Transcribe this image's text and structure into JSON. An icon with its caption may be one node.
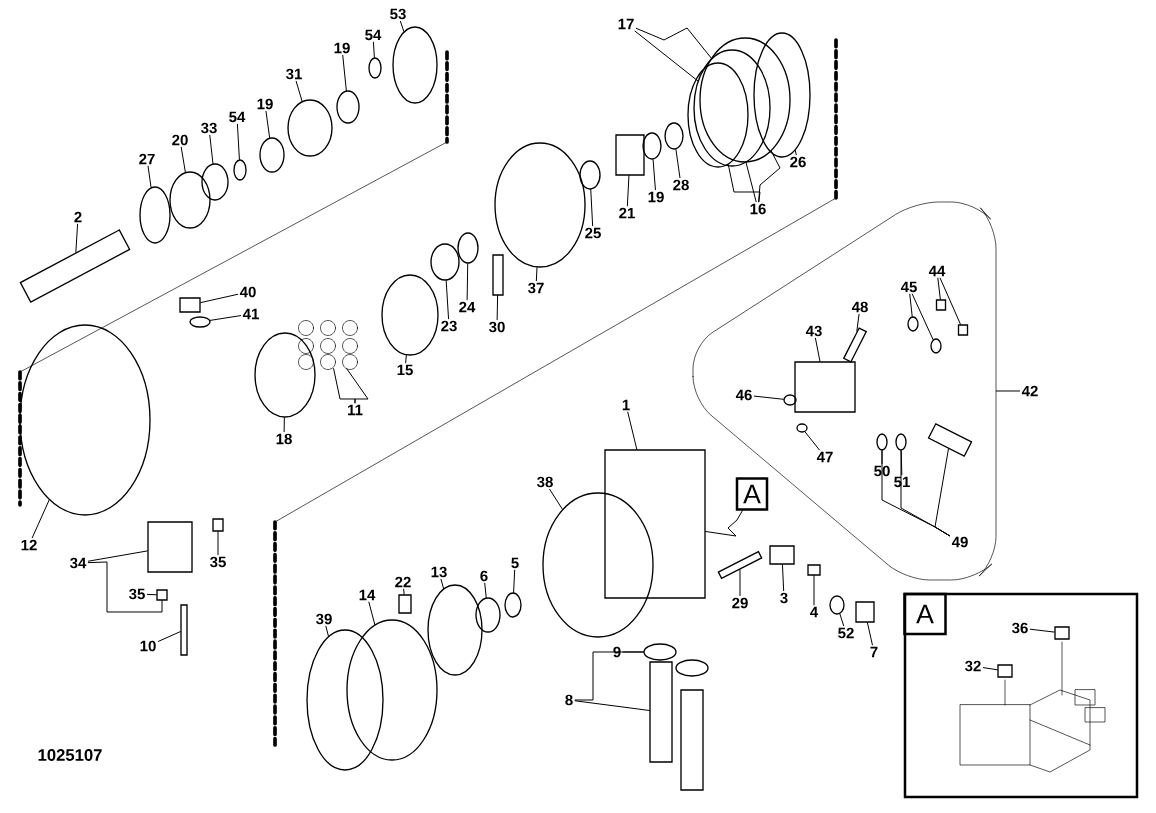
{
  "diagram": {
    "nodes": [
      {
        "text": [
          "53"
        ]
      },
      {
        "text": [
          "54"
        ]
      },
      {
        "text": [
          "19"
        ]
      },
      {
        "text": [
          "31"
        ]
      },
      {
        "text": [
          "19"
        ]
      },
      {
        "text": [
          "54"
        ]
      },
      {
        "text": [
          "33"
        ]
      },
      {
        "text": [
          "20"
        ]
      },
      {
        "text": [
          "27"
        ]
      },
      {
        "text": [
          "2"
        ]
      },
      {
        "text": [
          "17"
        ]
      },
      {
        "text": [
          "26"
        ]
      },
      {
        "text": [
          "28"
        ]
      },
      {
        "text": [
          "19"
        ]
      },
      {
        "text": [
          "21"
        ]
      },
      {
        "text": [
          "16"
        ]
      },
      {
        "text": [
          "25"
        ]
      },
      {
        "text": [
          "37"
        ]
      },
      {
        "text": [
          "40"
        ]
      },
      {
        "text": [
          "41"
        ]
      },
      {
        "text": [
          "24"
        ]
      },
      {
        "text": [
          "30"
        ]
      },
      {
        "text": [
          "23"
        ]
      },
      {
        "text": [
          "15"
        ]
      },
      {
        "text": [
          "11"
        ]
      },
      {
        "text": [
          "18"
        ]
      },
      {
        "text": [],
        "shape": "box"
      },
      {
        "text": [
          "44"
        ],
        "in": 26
      },
      {
        "text": [
          "45"
        ],
        "in": 26
      },
      {
        "text": [
          "48"
        ],
        "in": 26
      },
      {
        "text": [
          "43"
        ],
        "in": 26
      },
      {
        "text": [
          "46"
        ],
        "in": 26
      },
      {
        "text": [
          "47"
        ],
        "in": 26
      },
      {
        "text": [
          "50"
        ],
        "in": 26
      },
      {
        "text": [
          "51"
        ],
        "in": 26
      },
      {
        "text": [
          "49"
        ],
        "in": 26
      },
      {
        "text": [
          "42"
        ]
      },
      {
        "text": [
          "1"
        ]
      },
      {
        "text": [
          "38"
        ]
      },
      {
        "text": [
          "A"
        ]
      },
      {
        "text": [
          "12"
        ]
      },
      {
        "text": [
          "34"
        ]
      },
      {
        "text": [
          "35"
        ]
      },
      {
        "text": [
          "35"
        ]
      },
      {
        "text": [
          "29"
        ]
      },
      {
        "text": [
          "3"
        ]
      },
      {
        "text": [
          "4"
        ]
      },
      {
        "text": [
          "5"
        ]
      },
      {
        "text": [
          "6"
        ]
      },
      {
        "text": [
          "13"
        ]
      },
      {
        "text": [
          "22"
        ]
      },
      {
        "text": [
          "14"
        ]
      },
      {
        "text": [
          "39"
        ]
      },
      {
        "text": [
          "52"
        ]
      },
      {
        "text": [
          "7"
        ]
      },
      {
        "text": [
          "9"
        ]
      },
      {
        "text": [
          "8"
        ]
      },
      {
        "text": [
          "10"
        ]
      },
      {
        "text": [
          "A"
        ]
      },
      {
        "text": [
          "36"
        ],
        "in": 58
      },
      {
        "text": [
          "32"
        ],
        "in": 58
      },
      {
        "text": [],
        "shape": "circle"
      },
      {
        "text": [],
        "shape": "circle"
      },
      {
        "text": [],
        "shape": "circle"
      },
      {
        "text": [],
        "shape": "circle"
      },
      {
        "text": [],
        "shape": "circle"
      },
      {
        "text": [],
        "shape": "circle"
      },
      {
        "text": [],
        "shape": "circle"
      },
      {
        "text": [],
        "shape": "circle"
      },
      {
        "text": [],
        "shape": "circle"
      },
      {
        "text": [],
        "shape": "bar"
      },
      {
        "text": [],
        "shape": "circle"
      },
      {
        "text": [],
        "shape": "circle"
      },
      {
        "text": [],
        "shape": "circle"
      },
      {
        "text": [],
        "shape": "circle"
      },
      {
        "text": [],
        "shape": "circle"
      },
      {
        "text": [],
        "shape": "circle"
      },
      {
        "text": [],
        "shape": "box"
      },
      {
        "text": [],
        "shape": "circle"
      },
      {
        "text": [],
        "shape": "circle"
      },
      {
        "text": [],
        "shape": "circle"
      },
      {
        "text": [],
        "shape": "box"
      },
      {
        "text": [],
        "shape": "circle"
      },
      {
        "text": [],
        "shape": "circle"
      },
      {
        "text": [],
        "shape": "picture"
      },
      {
        "text": [],
        "shape": "circle"
      },
      {
        "text": [],
        "shape": "box"
      },
      {
        "text": [],
        "shape": "circle"
      },
      {
        "text": [],
        "shape": "circle"
      },
      {
        "text": [],
        "shape": "box"
      },
      {
        "text": [],
        "shape": "box"
      },
      {
        "text": [],
        "shape": "box"
      },
      {
        "text": [],
        "shape": "box"
      },
      {
        "text": [],
        "shape": "circle"
      },
      {
        "text": [],
        "shape": "circle"
      },
      {
        "text": [],
        "shape": "box"
      },
      {
        "text": [],
        "shape": "circle"
      },
      {
        "text": [],
        "shape": "circle"
      },
      {
        "text": [],
        "shape": "circle"
      },
      {
        "text": [],
        "shape": "circle"
      },
      {
        "text": [],
        "shape": "box"
      },
      {
        "text": [],
        "shape": "bar"
      },
      {
        "text": [],
        "shape": "box"
      },
      {
        "text": [],
        "shape": "box"
      },
      {
        "text": [],
        "shape": "circle"
      },
      {
        "text": [],
        "shape": "box"
      },
      {
        "text": [],
        "shape": "circle"
      },
      {
        "text": [],
        "shape": "box"
      },
      {
        "text": [],
        "shape": "box",
        "in": 26
      },
      {
        "text": [],
        "shape": "box",
        "in": 26
      },
      {
        "text": [],
        "shape": "circle",
        "in": 26
      },
      {
        "text": [],
        "shape": "circle",
        "in": 26
      },
      {
        "text": [],
        "shape": "bar",
        "in": 26
      },
      {
        "text": [],
        "shape": "box",
        "in": 26
      },
      {
        "text": [],
        "shape": "circle",
        "in": 26
      },
      {
        "text": [],
        "shape": "circle",
        "in": 26
      },
      {
        "text": [],
        "shape": "circle",
        "in": 26
      },
      {
        "text": [],
        "shape": "circle",
        "in": 26
      },
      {
        "text": [],
        "shape": "box",
        "in": 26
      },
      {
        "text": [],
        "shape": "box",
        "in": 58
      },
      {
        "text": [],
        "shape": "box",
        "in": 58
      },
      {
        "text": [],
        "shape": "circle"
      },
      {
        "text": [],
        "shape": "box"
      }
    ],
    "edges": [
      {
        "from": 0,
        "to": 61,
        "arrow": "none"
      },
      {
        "from": 1,
        "to": 62,
        "arrow": "none"
      },
      {
        "from": 2,
        "to": 63,
        "arrow": "none"
      },
      {
        "from": 3,
        "to": 64,
        "arrow": "none"
      },
      {
        "from": 4,
        "to": 65,
        "arrow": "none"
      },
      {
        "from": 5,
        "to": 66,
        "arrow": "none"
      },
      {
        "from": 6,
        "to": 67,
        "arrow": "none"
      },
      {
        "from": 7,
        "to": 68,
        "arrow": "none"
      },
      {
        "from": 8,
        "to": 69,
        "arrow": "none"
      },
      {
        "from": 9,
        "to": 70,
        "arrow": "none"
      },
      {
        "from": 10,
        "to": 72,
        "arrow": "none"
      },
      {
        "from": 10,
        "to": 73,
        "arrow": "none"
      },
      {
        "from": 11,
        "to": 74,
        "arrow": "none"
      },
      {
        "from": 12,
        "to": 75,
        "arrow": "none"
      },
      {
        "from": 13,
        "to": 76,
        "arrow": "none"
      },
      {
        "from": 14,
        "to": 77,
        "arrow": "none"
      },
      {
        "from": 15,
        "to": 72,
        "arrow": "none"
      },
      {
        "from": 15,
        "to": 71,
        "arrow": "none"
      },
      {
        "from": 15,
        "to": 73,
        "arrow": "none"
      },
      {
        "from": 16,
        "to": 78,
        "arrow": "none"
      },
      {
        "from": 17,
        "to": 79,
        "arrow": "none"
      },
      {
        "from": 18,
        "to": 86,
        "arrow": "none"
      },
      {
        "from": 19,
        "to": 87,
        "arrow": "none"
      },
      {
        "from": 20,
        "to": 80,
        "arrow": "none"
      },
      {
        "from": 21,
        "to": 81,
        "arrow": "none"
      },
      {
        "from": 22,
        "to": 82,
        "arrow": "none"
      },
      {
        "from": 23,
        "to": 83,
        "arrow": "none"
      },
      {
        "from": 24,
        "to": 84,
        "arrow": "none"
      },
      {
        "from": 24,
        "to": 84,
        "arrow": "none"
      },
      {
        "from": 25,
        "to": 85,
        "arrow": "none"
      },
      {
        "from": 27,
        "to": 108,
        "arrow": "none"
      },
      {
        "from": 27,
        "to": 109,
        "arrow": "none"
      },
      {
        "from": 28,
        "to": 110,
        "arrow": "none"
      },
      {
        "from": 28,
        "to": 111,
        "arrow": "none"
      },
      {
        "from": 29,
        "to": 112,
        "arrow": "none"
      },
      {
        "from": 30,
        "to": 113,
        "arrow": "none"
      },
      {
        "from": 31,
        "to": 114,
        "arrow": "none"
      },
      {
        "from": 32,
        "to": 115,
        "arrow": "none"
      },
      {
        "from": 33,
        "to": 116,
        "arrow": "none"
      },
      {
        "from": 34,
        "to": 117,
        "arrow": "none"
      },
      {
        "from": 35,
        "to": 116,
        "arrow": "none"
      },
      {
        "from": 35,
        "to": 117,
        "arrow": "none"
      },
      {
        "from": 35,
        "to": 118,
        "arrow": "none"
      },
      {
        "from": 36,
        "to": 26,
        "arrow": "none"
      },
      {
        "from": 37,
        "to": 100,
        "arrow": "none"
      },
      {
        "from": 38,
        "to": 99,
        "arrow": "none"
      },
      {
        "from": 39,
        "to": 100,
        "arrow": "none"
      },
      {
        "from": 40,
        "to": 88,
        "arrow": "none"
      },
      {
        "from": 41,
        "to": 89,
        "arrow": "none"
      },
      {
        "from": 41,
        "to": 90,
        "arrow": "none"
      },
      {
        "from": 42,
        "to": 90,
        "arrow": "none"
      },
      {
        "from": 43,
        "to": 91,
        "arrow": "none"
      },
      {
        "from": 44,
        "to": 101,
        "arrow": "none"
      },
      {
        "from": 45,
        "to": 102,
        "arrow": "none"
      },
      {
        "from": 46,
        "to": 103,
        "arrow": "none"
      },
      {
        "from": 47,
        "to": 98,
        "arrow": "none"
      },
      {
        "from": 48,
        "to": 97,
        "arrow": "none"
      },
      {
        "from": 49,
        "to": 96,
        "arrow": "none"
      },
      {
        "from": 50,
        "to": 95,
        "arrow": "none"
      },
      {
        "from": 51,
        "to": 94,
        "arrow": "none"
      },
      {
        "from": 52,
        "to": 93,
        "arrow": "none"
      },
      {
        "from": 53,
        "to": 104,
        "arrow": "none"
      },
      {
        "from": 54,
        "to": 105,
        "arrow": "none"
      },
      {
        "from": 55,
        "to": 106,
        "arrow": "none"
      },
      {
        "from": 56,
        "to": 107,
        "arrow": "none"
      },
      {
        "from": 56,
        "to": 106,
        "arrow": "none"
      },
      {
        "from": 57,
        "to": 92,
        "arrow": "none"
      },
      {
        "from": 59,
        "to": 119,
        "arrow": "none"
      },
      {
        "from": 60,
        "to": 120,
        "arrow": "none"
      }
    ],
    "labels": [
      "1025107"
    ]
  }
}
